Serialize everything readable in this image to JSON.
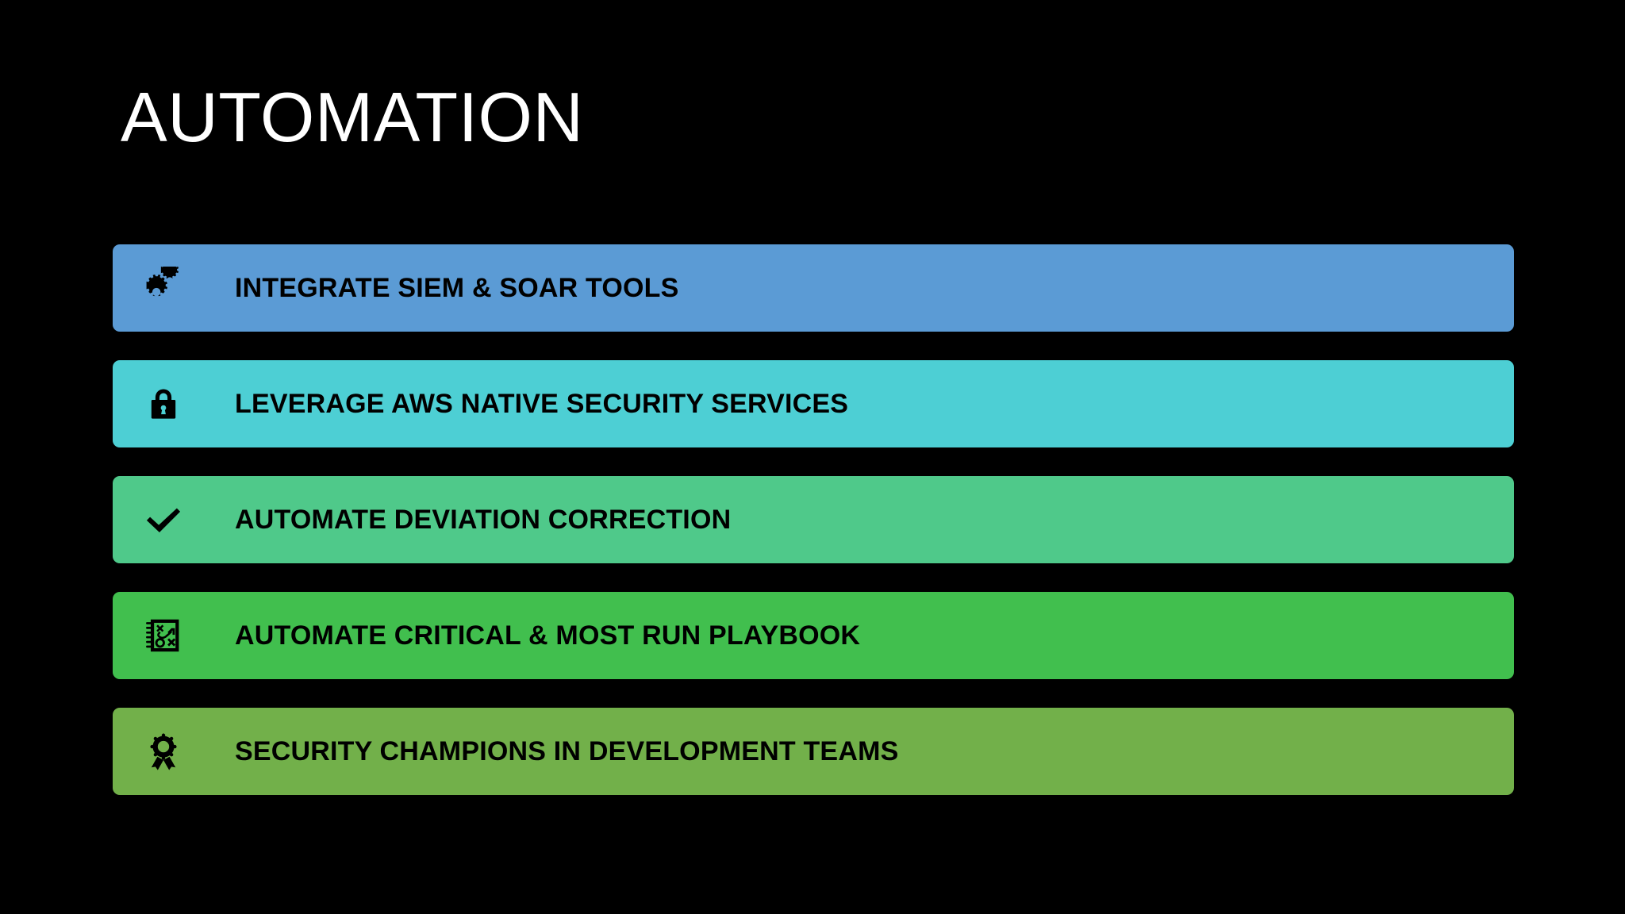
{
  "slide": {
    "background_color": "#000000",
    "title": "AUTOMATION",
    "title_color": "#ffffff"
  },
  "bars": [
    {
      "label": "INTEGRATE SIEM & SOAR TOOLS",
      "color": "#5B9BD5",
      "icon": "gears-icon",
      "text_color": "#000000"
    },
    {
      "label": "LEVERAGE AWS NATIVE SECURITY SERVICES",
      "color": "#4DCFD4",
      "icon": "padlock-icon",
      "text_color": "#000000"
    },
    {
      "label": "AUTOMATE DEVIATION CORRECTION",
      "color": "#4FC98A",
      "icon": "checkmark-icon",
      "text_color": "#000000"
    },
    {
      "label": "AUTOMATE CRITICAL & MOST RUN PLAYBOOK",
      "color": "#41BF4E",
      "icon": "playbook-icon",
      "text_color": "#000000"
    },
    {
      "label": "SECURITY CHAMPIONS IN DEVELOPMENT TEAMS",
      "color": "#72B04A",
      "icon": "award-ribbon-icon",
      "text_color": "#000000"
    }
  ]
}
